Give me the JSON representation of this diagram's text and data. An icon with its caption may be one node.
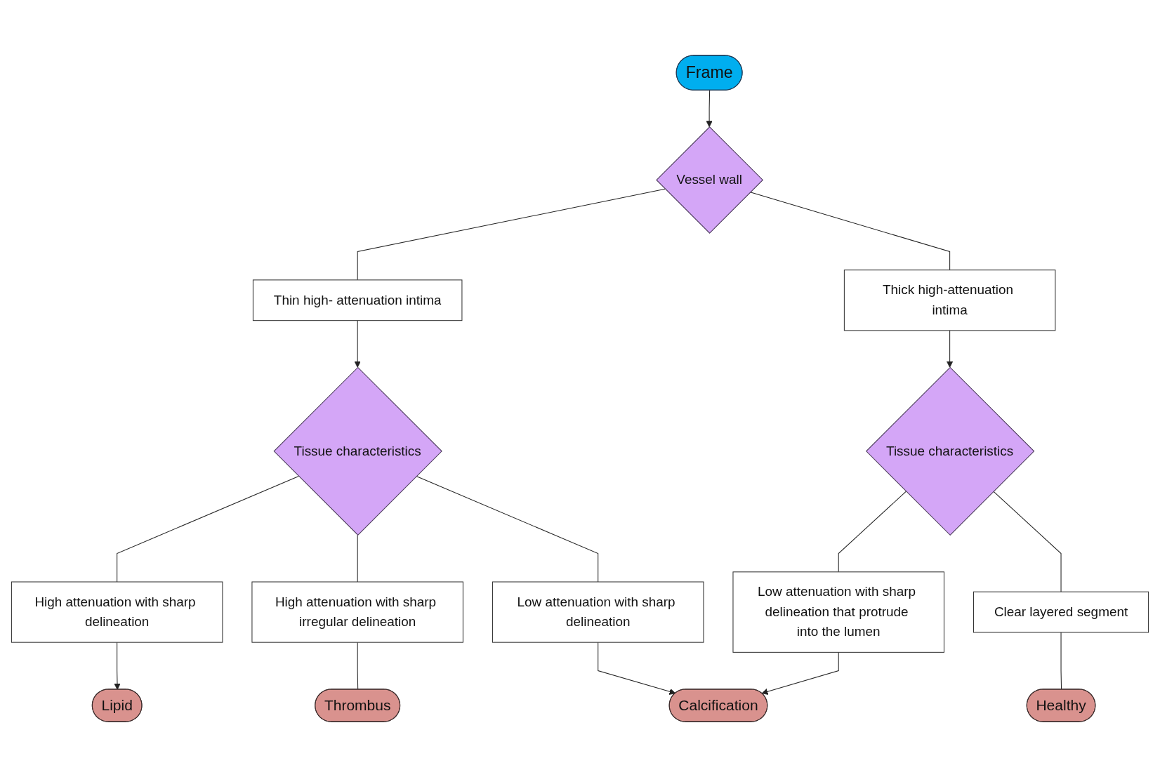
{
  "diagram": {
    "nodes": [
      {
        "text": [
          "Frame"
        ]
      },
      {
        "text": [
          "Vessel wall"
        ]
      },
      {
        "text": [
          "Thin high- attenuation intima"
        ]
      },
      {
        "text": [
          "Thick high-attenuation intima"
        ]
      },
      {
        "text": [
          "Tissue characteristics"
        ]
      },
      {
        "text": [
          "Tissue characteristics"
        ]
      },
      {
        "text": [
          "High attenuation with sharp delineation"
        ]
      },
      {
        "text": [
          "High attenuation with sharp irregular delineation"
        ]
      },
      {
        "text": [
          "Low attenuation with sharp delineation"
        ]
      },
      {
        "text": [
          "Low attenuation with sharp delineation that protrude into the lumen"
        ]
      },
      {
        "text": [
          "Clear layered segment"
        ]
      },
      {
        "text": [
          "Lipid"
        ]
      },
      {
        "text": [
          "Thrombus"
        ]
      },
      {
        "text": [
          "Calcification"
        ]
      },
      {
        "text": [
          "Healthy"
        ]
      }
    ],
    "edges": [
      {
        "from": 0,
        "to": 1,
        "arrow": "to"
      },
      {
        "from": 1,
        "to": 2,
        "arrow": "none"
      },
      {
        "from": 1,
        "to": 3,
        "arrow": "none"
      },
      {
        "from": 2,
        "to": 4,
        "arrow": "to"
      },
      {
        "from": 3,
        "to": 5,
        "arrow": "to"
      },
      {
        "from": 4,
        "to": 6,
        "arrow": "none"
      },
      {
        "from": 4,
        "to": 7,
        "arrow": "none"
      },
      {
        "from": 4,
        "to": 8,
        "arrow": "none"
      },
      {
        "from": 5,
        "to": 9,
        "arrow": "none"
      },
      {
        "from": 5,
        "to": 10,
        "arrow": "none"
      },
      {
        "from": 6,
        "to": 11,
        "arrow": "to"
      },
      {
        "from": 7,
        "to": 12,
        "arrow": "none"
      },
      {
        "from": 8,
        "to": 13,
        "arrow": "to"
      },
      {
        "from": 9,
        "to": 13,
        "arrow": "to"
      },
      {
        "from": 10,
        "to": 14,
        "arrow": "none"
      }
    ]
  }
}
